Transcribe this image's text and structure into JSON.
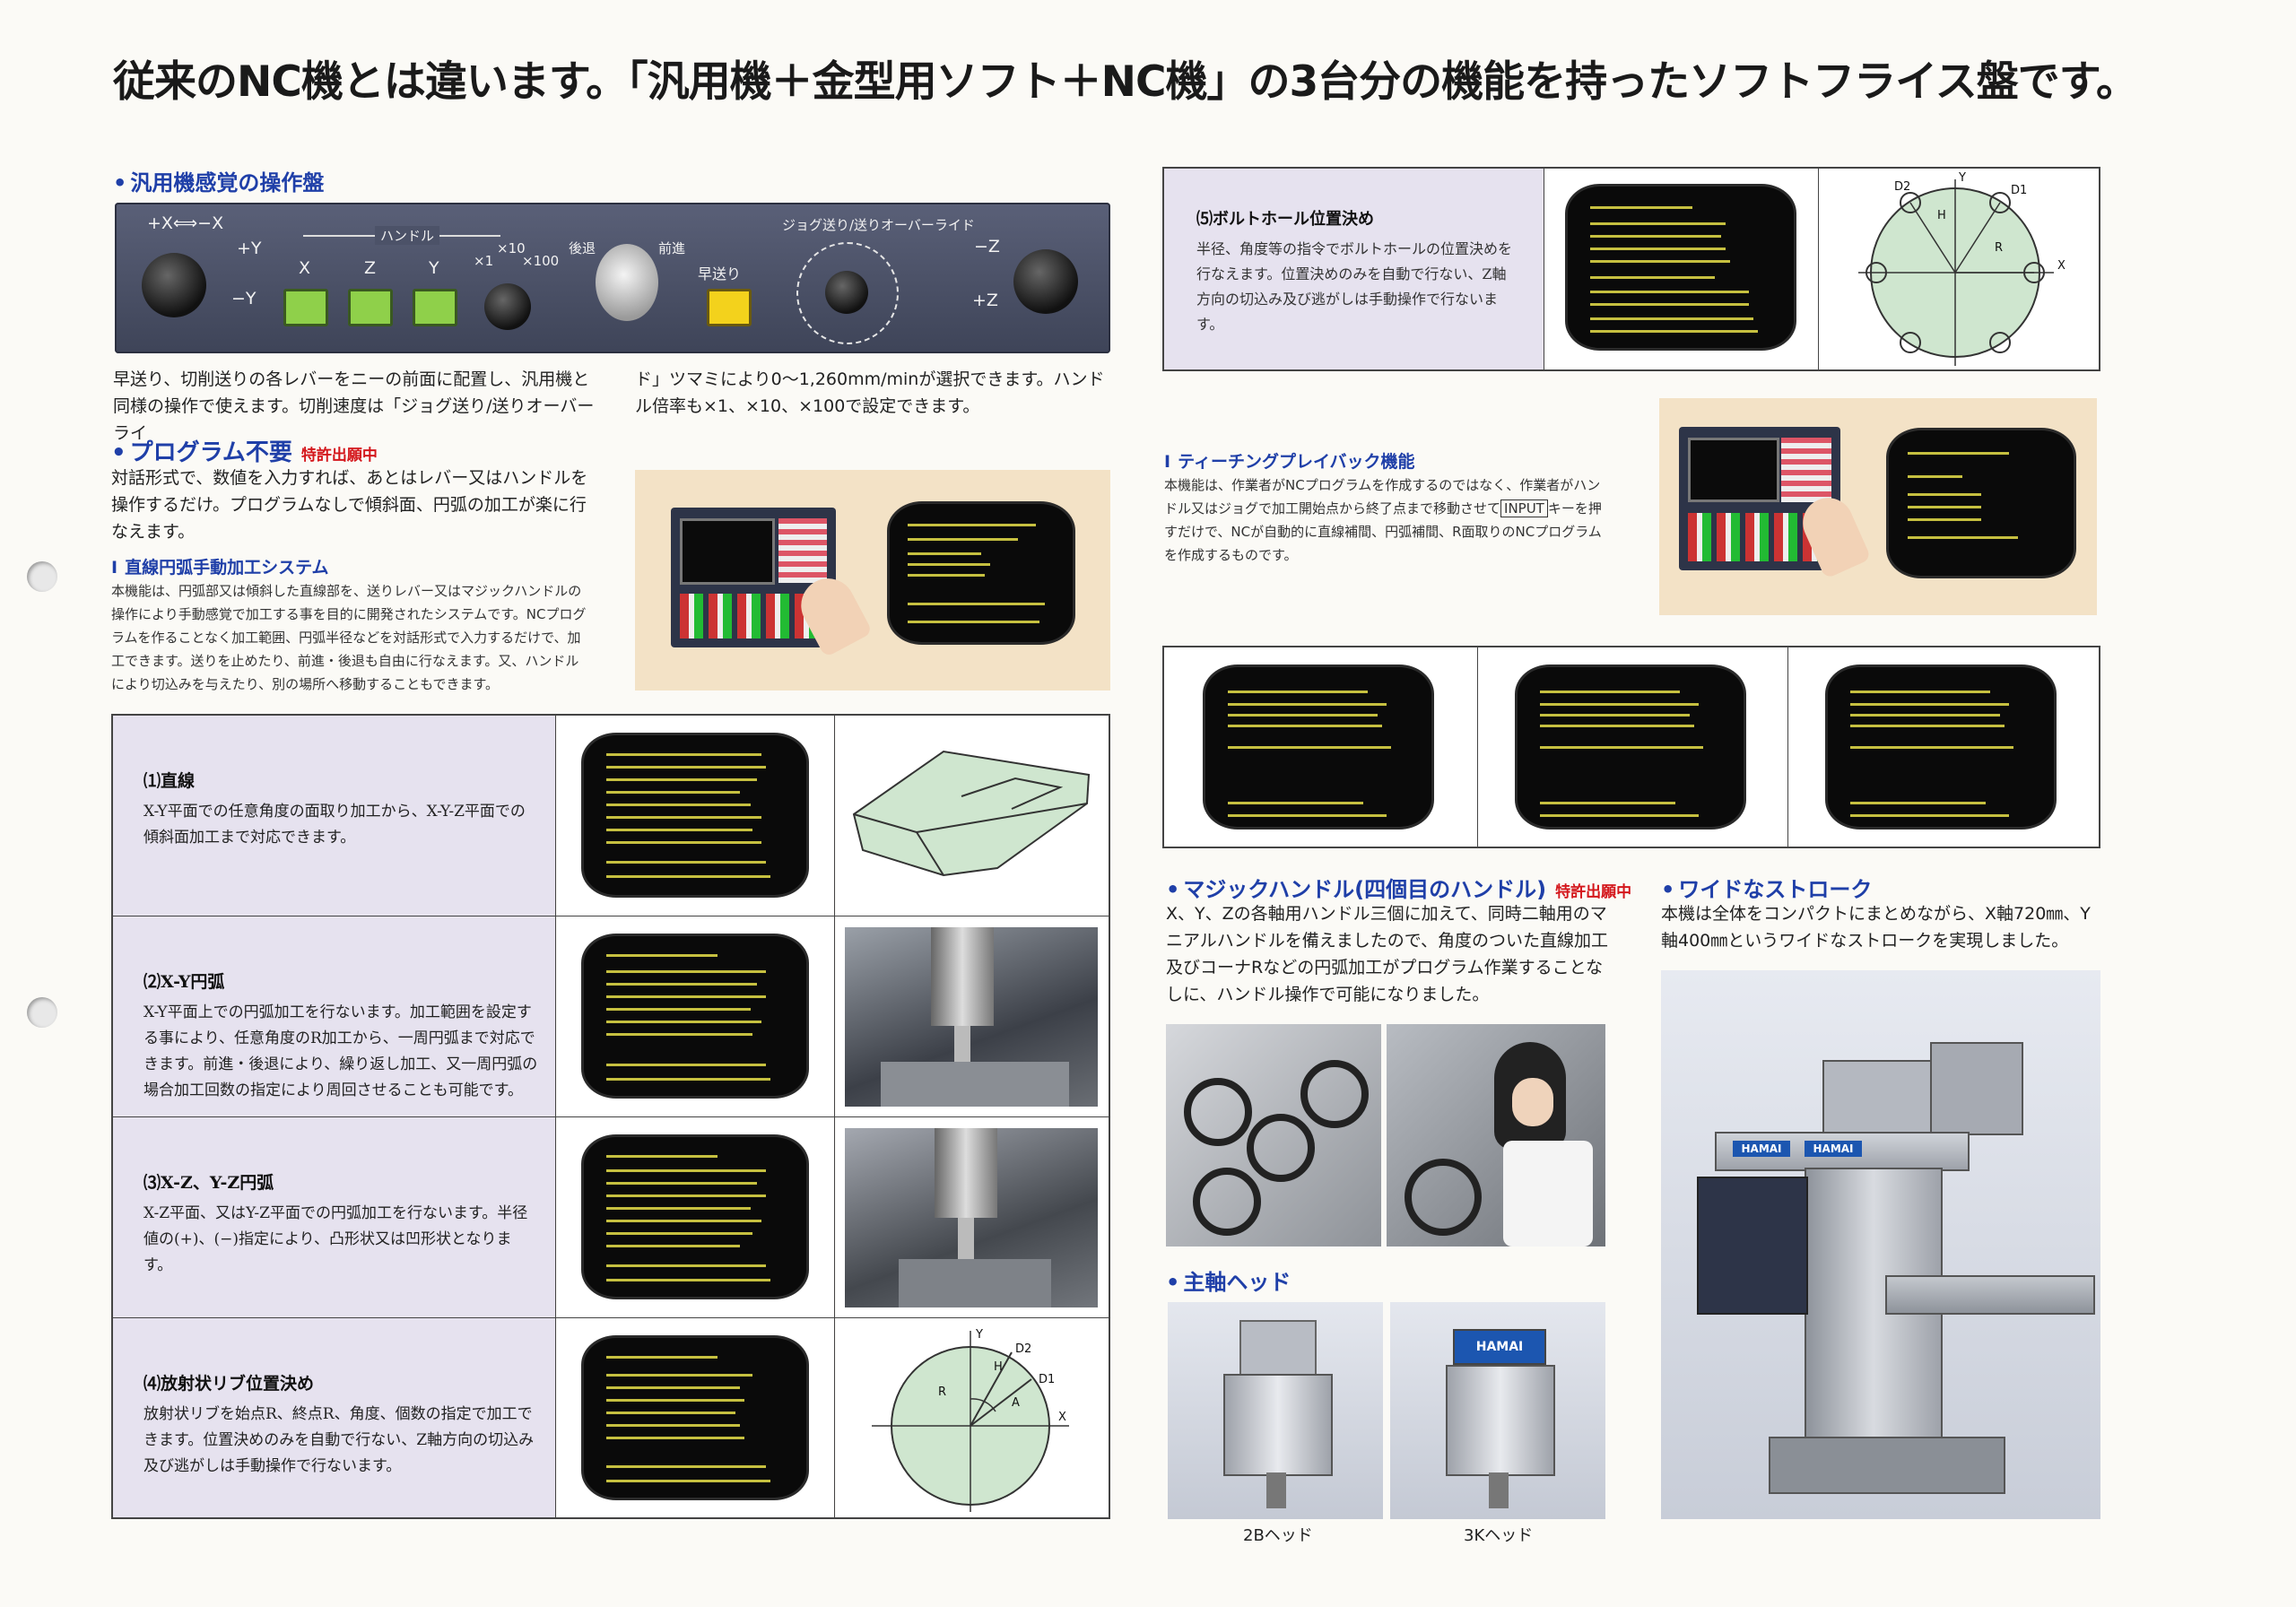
{
  "headline": "従来のNC機とは違います。「汎用機＋金型用ソフト＋NC機」の3台分の機能を持ったソフトフライス盤です。",
  "panel_section": {
    "title": "汎用機感覚の操作盤",
    "labels": {
      "x_axis": "+X⟺−X",
      "y_plus": "+Y",
      "y_minus": "−Y",
      "handle": "ハンドル",
      "x": "X",
      "z": "Z",
      "y": "Y",
      "x1": "×1",
      "x10": "×10",
      "x100": "×100",
      "retreat": "後退",
      "advance": "前進",
      "rapid": "早送り",
      "jog": "ジョグ送り/送りオーバーライド",
      "z_minus": "−Z",
      "z_plus": "+Z"
    },
    "desc_left": "早送り、切削送りの各レバーをニーの前面に配置し、汎用機と同様の操作で使えます。切削速度は「ジョグ送り/送りオーバーライ",
    "desc_right": "ド」ツマミにより0〜1,260mm/minが選択できます。ハンドル倍率も×1、×10、×100で設定できます。"
  },
  "program_section": {
    "title": "プログラム不要",
    "patent": "特許出願中",
    "desc": "対話形式で、数値を入力すれば、あとはレバー又はハンドルを操作するだけ。プログラムなしで傾斜面、円弧の加工が楽に行なえます。",
    "sub_title": "直線円弧手動加工システム",
    "sub_desc": "本機能は、円弧部又は傾斜した直線部を、送りレバー又はマジックハンドルの操作により手動感覚で加工する事を目的に開発されたシステムです。NCプログラムを作ることなく加工範囲、円弧半径などを対話形式で入力するだけで、加工できます。送りを止めたり、前進・後退も自由に行なえます。又、ハンドルにより切込みを与えたり、別の場所へ移動することもできます。"
  },
  "rows": [
    {
      "title": "⑴直線",
      "desc": "X-Y平面での任意角度の面取り加工から、X-Y-Z平面での傾斜面加工まで対応できます。"
    },
    {
      "title": "⑵X-Y円弧",
      "desc": "X-Y平面上での円弧加工を行ないます。加工範囲を設定する事により、任意角度のR加工から、一周円弧まで対応できます。前進・後退により、繰り返し加工、又一周円弧の場合加工回数の指定により周回させることも可能です。"
    },
    {
      "title": "⑶X-Z、Y-Z円弧",
      "desc": "X-Z平面、又はY-Z平面での円弧加工を行ないます。半径値の(+)、(−)指定により、凸形状又は凹形状となります。"
    },
    {
      "title": "⑷放射状リブ位置決め",
      "desc": "放射状リブを始点R、終点R、角度、個数の指定で加工できます。位置決めのみを自動で行ない、Z軸方向の切込み及び逃がしは手動操作で行ないます。"
    }
  ],
  "rib_diagram": {
    "labels": [
      "Y",
      "D2",
      "D1",
      "R",
      "A",
      "H",
      "X"
    ]
  },
  "bolt_section": {
    "title": "⑸ボルトホール位置決め",
    "desc": "半径、角度等の指令でボルトホールの位置決めを行なえます。位置決めのみを自動で行ない、Z軸方向の切込み及び逃がしは手動操作で行ないます。",
    "diagram_labels": [
      "D2",
      "Y",
      "D1",
      "H",
      "R",
      "X"
    ]
  },
  "teaching_section": {
    "title": "ティーチングプレイバック機能",
    "desc_a": "本機能は、作業者がNCプログラムを作成するのではなく、作業者がハンドル又はジョグで加工開始点から終了点まで移動させて",
    "input_key": "INPUT",
    "desc_b": "キーを押すだけで、NCが自動的に直線補間、円弧補間、R面取りのNCプログラムを作成するものです。"
  },
  "magic_section": {
    "title": "マジックハンドル(四個目のハンドル)",
    "patent": "特許出願中",
    "desc": "X、Y、Zの各軸用ハンドル三個に加えて、同時二軸用のマニアルハンドルを備えましたので、角度のついた直線加工及びコーナRなどの円弧加工がプログラム作業することなしに、ハンドル操作で可能になりました。"
  },
  "spindle_section": {
    "title": "主軸ヘッド",
    "caption_2b": "2Bヘッド",
    "caption_3k": "3Kヘッド",
    "brand": "HAMAI"
  },
  "stroke_section": {
    "title": "ワイドなストローク",
    "desc": "本機は全体をコンパクトにまとめながら、X軸720㎜、Y軸400㎜というワイドなストロークを実現しました。",
    "brand": "HAMAI"
  },
  "colors": {
    "accent_blue": "#1f3fa8",
    "patent_red": "#d4161b",
    "diagram_green": "#cfe6cf",
    "table_lavender": "#e6e2ef",
    "photo_beige": "#f3e2c6"
  }
}
